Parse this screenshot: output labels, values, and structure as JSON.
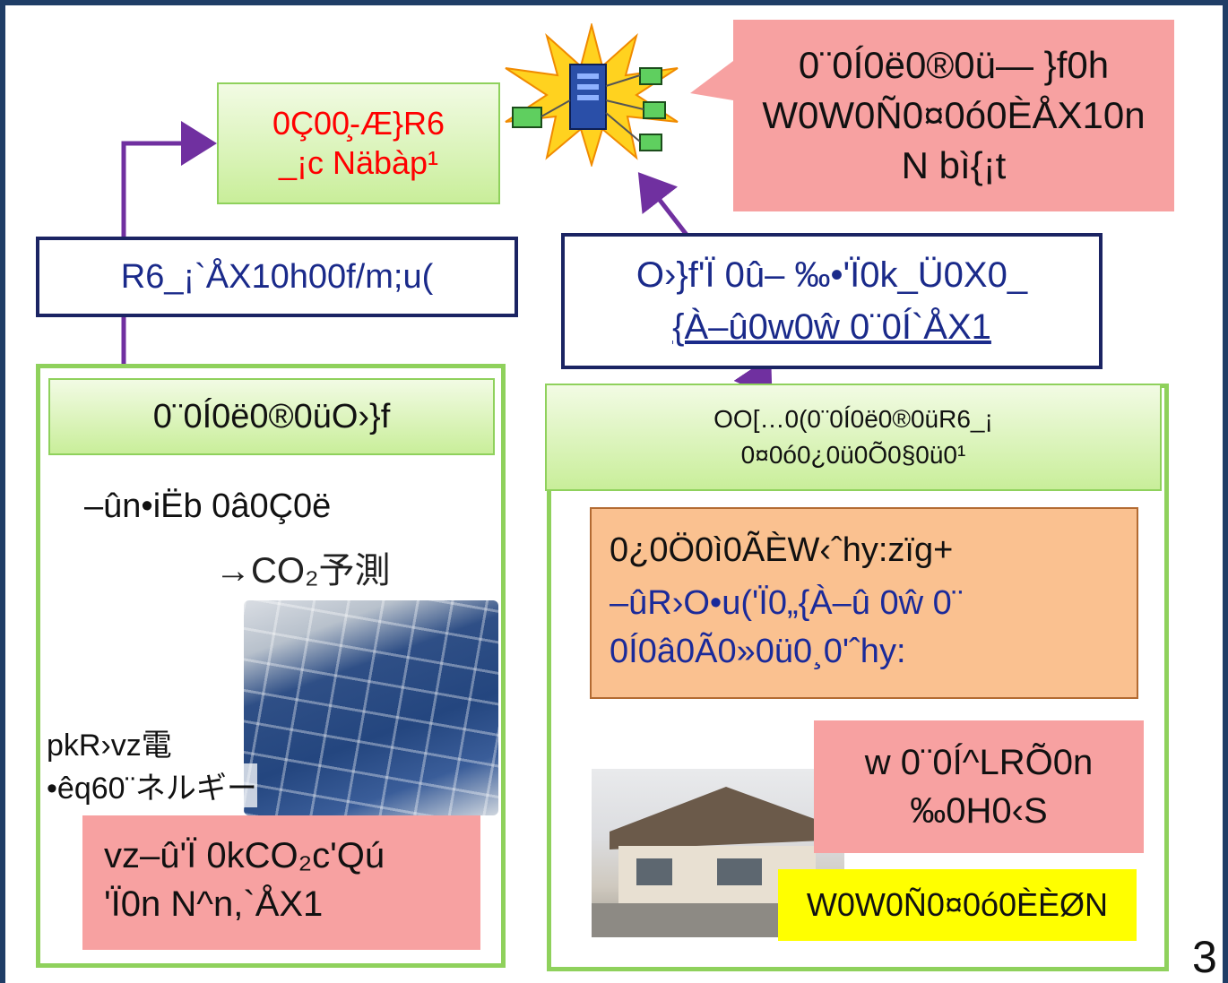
{
  "top_left_box": {
    "line1": "0Ç00̧-Æ}R6",
    "line2": "_¡c Näbàp¹"
  },
  "speech_bubble": {
    "text": "0¨0Í0ë0®0ü— }f0h\nW0W0Ñ0¤0ó0ÈÅX10n\nN bì{¡t"
  },
  "left_label": {
    "text": "R6_¡`ÅX10h00f/m;u("
  },
  "center_label": {
    "line1": "O›}f'Ï  0û– ‰•'Ï0k_Ü0X0_",
    "line2": "{À–û0w0ŵ 0¨0Í`ÅX1"
  },
  "left_panel": {
    "header": "0¨0Í0ë0®0üO›}f",
    "body_line1": "–ûn•iËb 0â0Ç0ë",
    "body_line2": "→CO₂予測",
    "photo_label1": "pkR›vz電",
    "photo_label2": "•êq60¨ネルギー",
    "bottom_line1": "vz–û'Ï 0kCO₂c'Qú",
    "bottom_line2": "'Ï0n N^n,`ÅX1"
  },
  "right_panel": {
    "header_line1": "OO[…0(0¨0Í0ë0®0üR6_¡",
    "header_line2": "0¤0ó0¿0ü0Õ0§0ü0¹",
    "orange_title": "0¿0Ö0ì0ÃÈW‹ˆhy:zïg+",
    "orange_body": "–ûR›O•u('Ï0„{À–û 0ŵ 0¨\n0Í0â0Ã0»0ü0¸0'ˆhy:",
    "pink_text": "w 0¨0Í^LRÕ0n\n‰0H0‹S",
    "yellow_text": "W0W0Ñ0¤0ó0ÈÈØN"
  },
  "page_number": "3",
  "colors": {
    "navy": "#1b2463",
    "green": "#8fd15c",
    "purple": "#7030a0",
    "pink": "#f7a1a1",
    "orange": "#fac190",
    "teal": "#17767c",
    "red_text": "#ff0000"
  }
}
